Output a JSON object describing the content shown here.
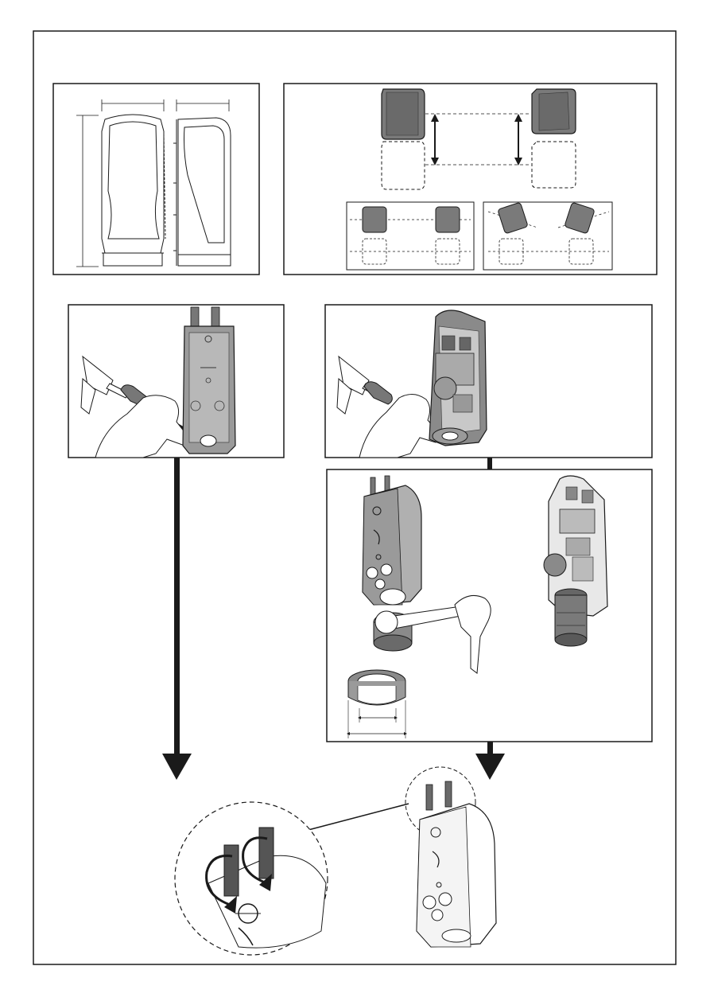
{
  "colors": {
    "ink": "#1a1a1a",
    "device_fill": "#7a7a7a",
    "device_light": "#b8b8b8",
    "panel_border": "#1a1a1a",
    "background": "#ffffff"
  },
  "panels": [
    {
      "id": "dimensions",
      "icon": "device-front-and-side-outline"
    },
    {
      "id": "mounting-heights",
      "icon": "vertical-spacing-arrows"
    },
    {
      "id": "orientation-straight",
      "icon": "straight-heads"
    },
    {
      "id": "orientation-tilted",
      "icon": "tilted-heads"
    },
    {
      "id": "knockout-backplate",
      "icon": "hammer-screwdriver-backplate"
    },
    {
      "id": "knockout-open-housing",
      "icon": "hammer-screwdriver-housing"
    },
    {
      "id": "cable-gland",
      "icon": "wrench-gland-nut"
    },
    {
      "id": "bracket-rotation",
      "icon": "rotate-brackets-zoom"
    }
  ]
}
